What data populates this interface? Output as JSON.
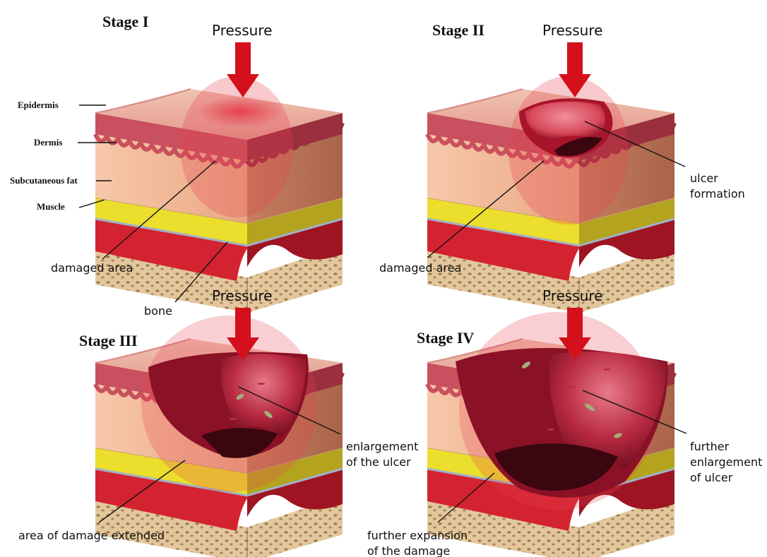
{
  "stages": [
    {
      "title": "Stage I",
      "pressure": "Pressure"
    },
    {
      "title": "Stage II",
      "pressure": "Pressure"
    },
    {
      "title": "Stage III",
      "pressure": "Pressure"
    },
    {
      "title": "Stage IV",
      "pressure": "Pressure"
    }
  ],
  "layers": {
    "epidermis": "Epidermis",
    "dermis": "Dermis",
    "subcutaneous_fat": "Subcutaneous fat",
    "muscle": "Muscle"
  },
  "callouts": {
    "s1_damaged": "damaged area",
    "s1_bone": "bone",
    "s2_damaged": "damaged area",
    "s2_ulcer_1": "ulcer",
    "s2_ulcer_2": "formation",
    "s3_enlarge_1": "enlargement",
    "s3_enlarge_2": "of the ulcer",
    "s3_extended": "area of damage extended",
    "s4_further_1": "further",
    "s4_further_2": "enlargement",
    "s4_further_3": "of ulcer",
    "s4_expansion_1": "further expansion",
    "s4_expansion_2": "of the damage"
  },
  "colors": {
    "arrow": "#d3101c",
    "epidermis": "#c9505e",
    "dermis": "#f2b99a",
    "fat": "#e9dc2a",
    "muscle": "#d3232f",
    "bone": "#e0c49a",
    "wound": "#8c1426"
  }
}
